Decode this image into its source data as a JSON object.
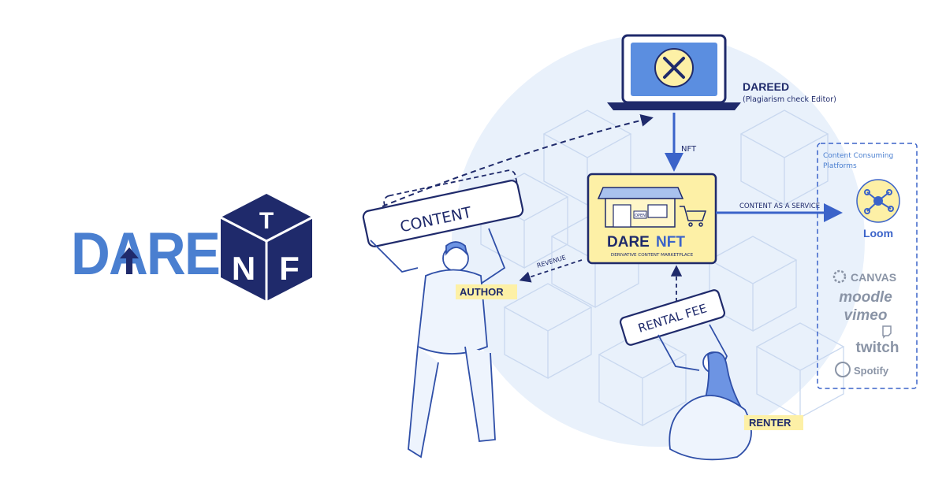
{
  "logo": {
    "brand_left": "DARE",
    "brand_cube_letters": [
      "T",
      "N",
      "F"
    ]
  },
  "dareed": {
    "title": "DAREED",
    "subtitle": "(Plagiarism check Editor)"
  },
  "marketplace": {
    "name_part1": "DARE",
    "name_part2": "NFT",
    "tagline": "DERIVATIVE CONTENT MARKETPLACE",
    "shop_sign": "OPEN"
  },
  "labels": {
    "nft": "NFT",
    "content": "CONTENT",
    "revenue": "REVENUE",
    "author": "AUTHOR",
    "rental_fee": "RENTAL FEE",
    "renter": "RENTER",
    "content_as_service": "CONTENT AS A SERVICE"
  },
  "platforms": {
    "heading_line1": "Content Consuming",
    "heading_line2": "Platforms",
    "loom": "Loom",
    "others": [
      "CANVAS",
      "moodle",
      "vimeo",
      "twitch",
      "Spotify"
    ]
  },
  "colors": {
    "navy": "#1f2a6b",
    "brand_blue": "#4a7fd0",
    "accent_blue": "#3b63c9",
    "pale_circle": "#e9f1fb",
    "yellow": "#fdf0a6",
    "gray_logo": "#8a94a6"
  }
}
